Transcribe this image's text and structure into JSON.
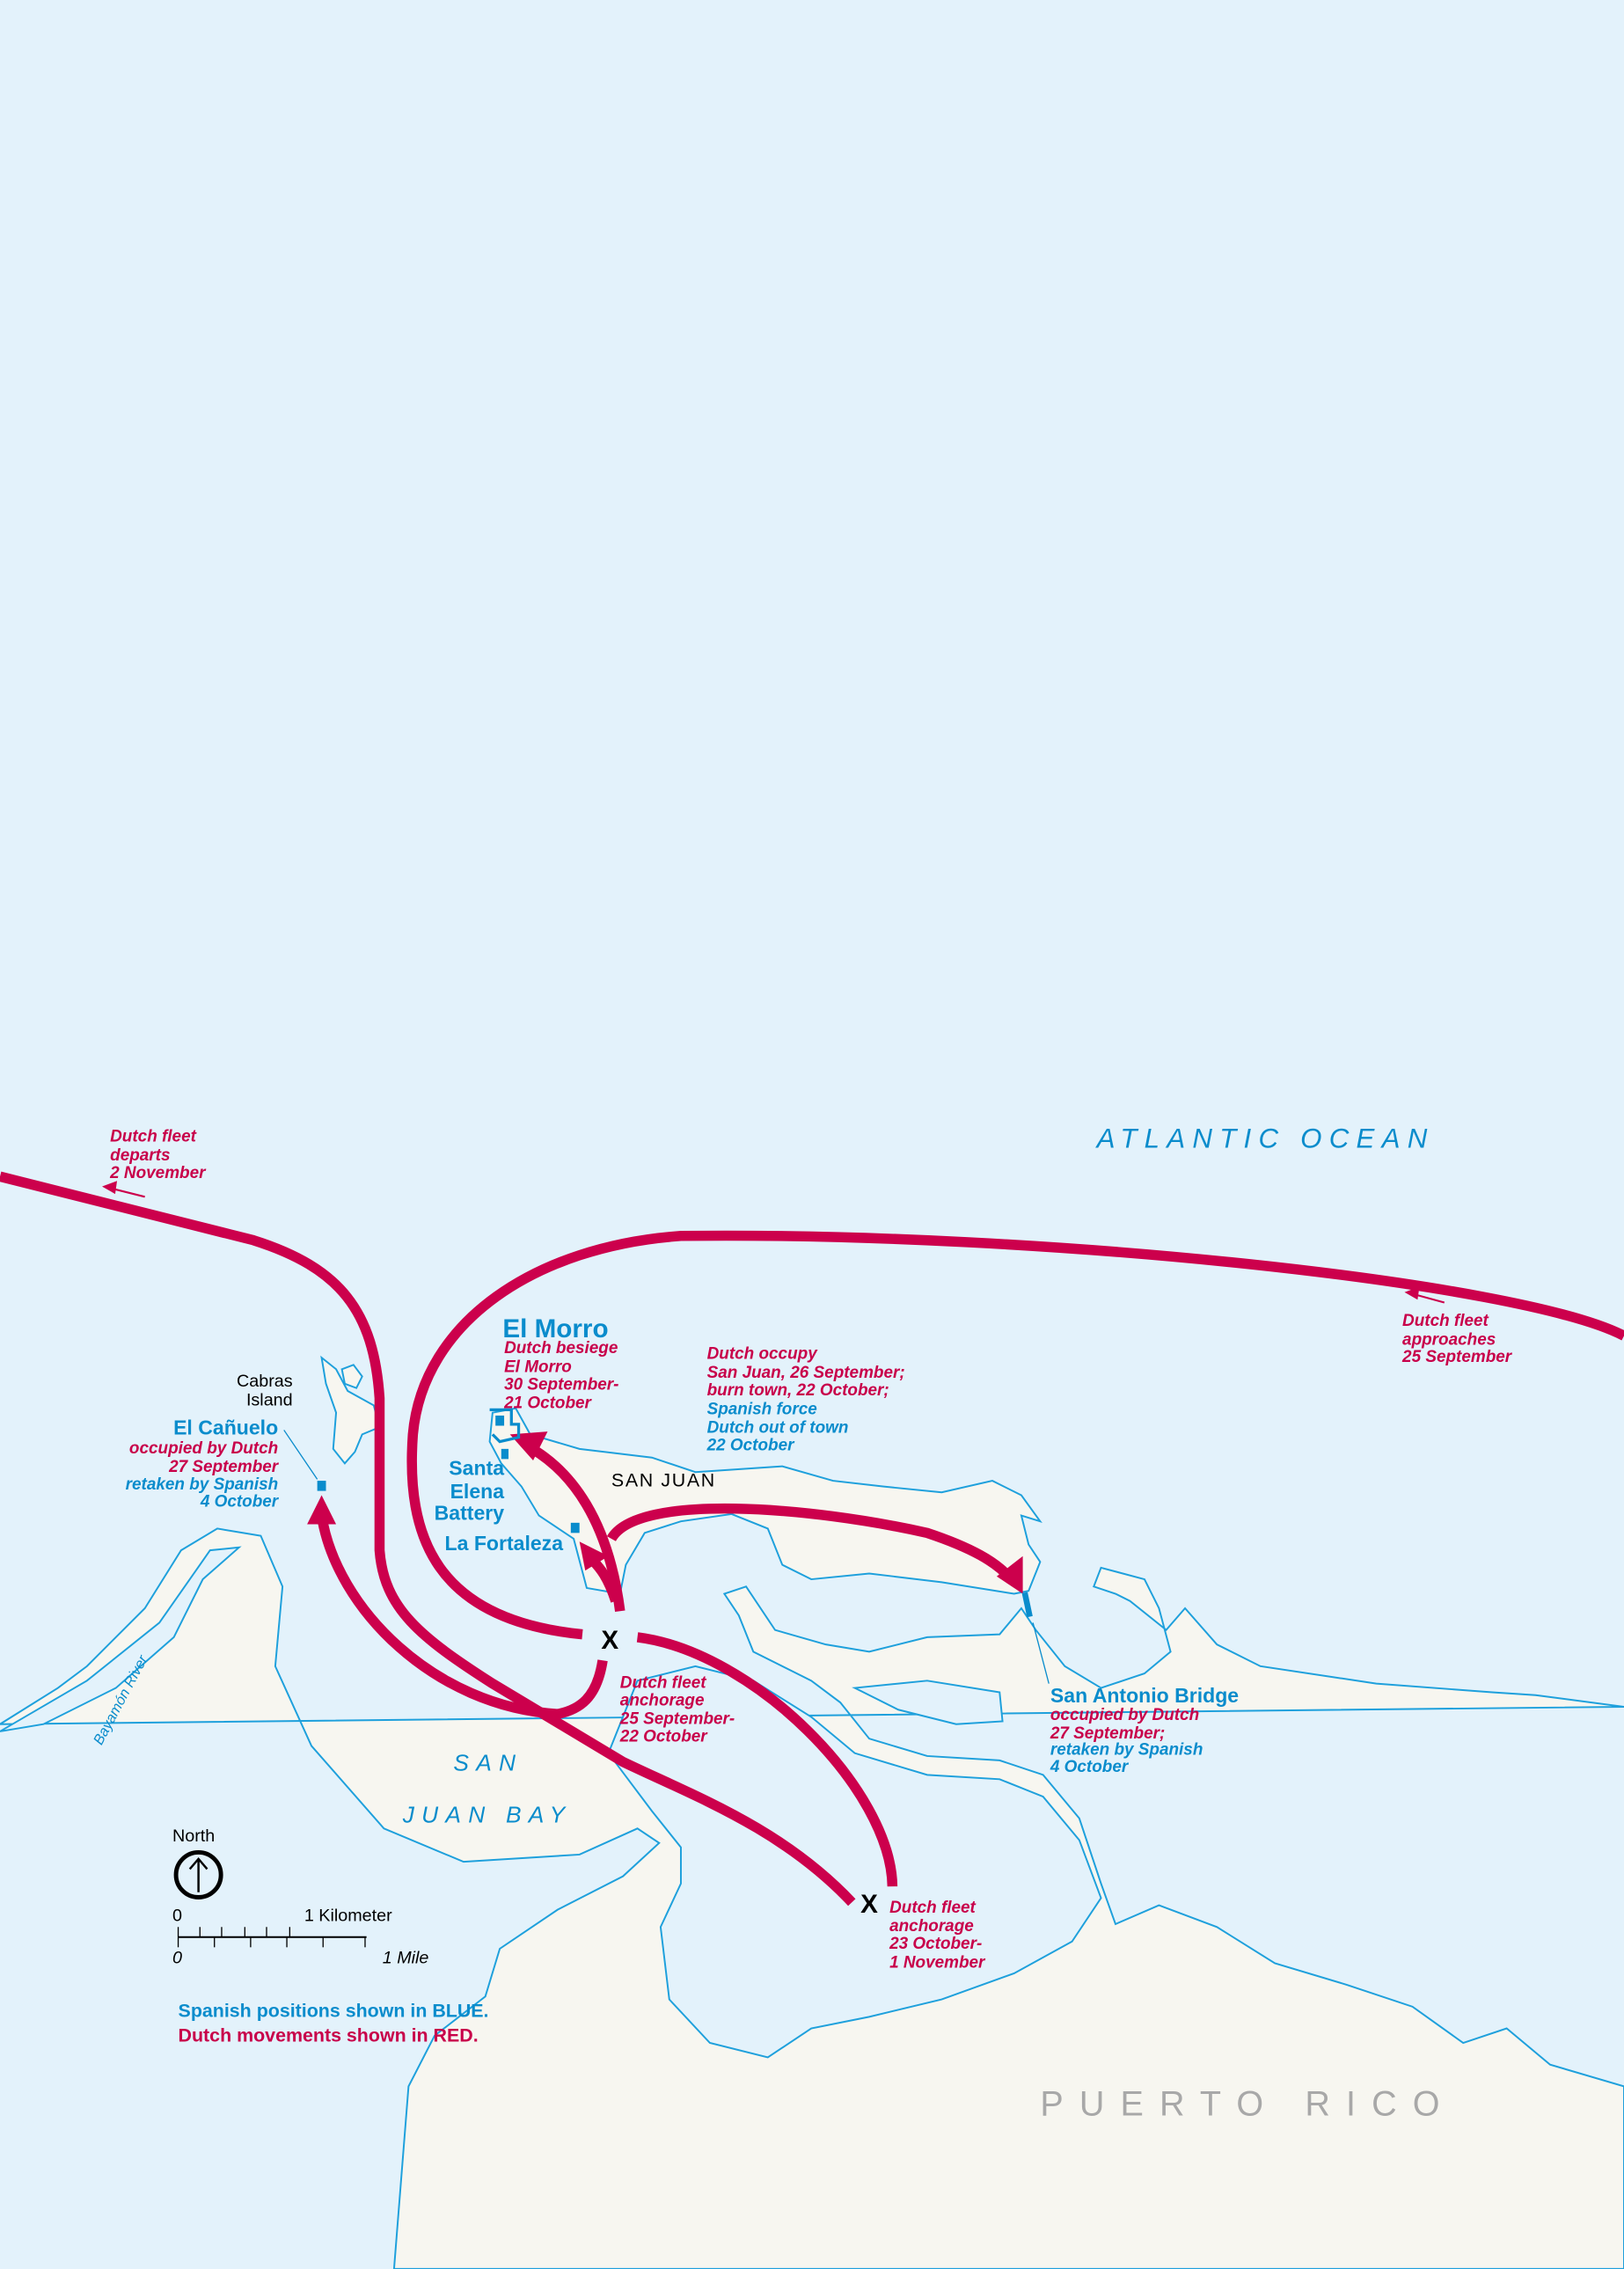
{
  "colors": {
    "water": "#e3f2fb",
    "land": "#f7f6f0",
    "spanish_blue": "#0a8ccc",
    "dutch_red": "#cc004c"
  },
  "water_labels": {
    "ocean": "ATLANTIC OCEAN",
    "bay_line1": "SAN",
    "bay_line2": "JUAN BAY",
    "river": "Bayamón River"
  },
  "land_labels": {
    "country": "PUERTO RICO",
    "city": "SAN JUAN",
    "island_line1": "Cabras",
    "island_line2": "Island"
  },
  "departs": {
    "lines": [
      "Dutch fleet",
      "departs",
      "2 November"
    ]
  },
  "approaches": {
    "lines": [
      "Dutch fleet",
      "approaches",
      "25 September"
    ]
  },
  "el_morro": {
    "name": "El Morro",
    "lines": [
      "Dutch besiege",
      "El Morro",
      "30 September-",
      "21 October"
    ]
  },
  "occupy": {
    "red_lines": [
      "Dutch occupy",
      "San Juan, 26 September;",
      "burn town, 22 October;"
    ],
    "blue_lines": [
      "Spanish force",
      "Dutch out of town",
      "22 October"
    ]
  },
  "el_canuelo": {
    "name": "El Cañuelo",
    "red_lines": [
      "occupied by Dutch",
      "27 September"
    ],
    "blue_lines": [
      "retaken by Spanish",
      "4 October"
    ]
  },
  "santa_elena": {
    "lines": [
      "Santa",
      "Elena",
      "Battery"
    ]
  },
  "la_fortaleza": {
    "name": "La Fortaleza"
  },
  "san_antonio": {
    "name": "San Antonio Bridge",
    "red_lines": [
      "occupied by Dutch",
      "27 September;"
    ],
    "blue_lines": [
      "retaken by Spanish",
      "4 October"
    ]
  },
  "anchorage1": {
    "mark": "X",
    "lines": [
      "Dutch fleet",
      "anchorage",
      "25 September-",
      "22 October"
    ]
  },
  "anchorage2": {
    "mark": "X",
    "lines": [
      "Dutch fleet",
      "anchorage",
      "23 October-",
      "1 November"
    ]
  },
  "north": {
    "label": "North",
    "icon": "north-arrow-icon"
  },
  "scale": {
    "km_zero": "0",
    "km_label": "1 Kilometer",
    "mi_zero": "0",
    "mi_label": "1 Mile"
  },
  "legend": {
    "blue": "Spanish positions shown in BLUE.",
    "red": "Dutch movements shown in RED."
  }
}
